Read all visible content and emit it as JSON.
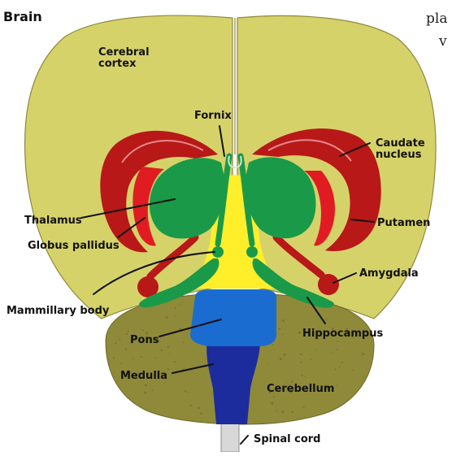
{
  "title": "Brain",
  "stray_text": [
    "pla",
    "v"
  ],
  "labels": {
    "cerebral_cortex": [
      "Cerebral",
      "cortex"
    ],
    "fornix": "Fornix",
    "caudate_nucleus": [
      "Caudate",
      "nucleus"
    ],
    "thalamus": "Thalamus",
    "putamen": "Putamen",
    "globus_pallidus": "Globus pallidus",
    "amygdala": "Amygdala",
    "mammillary_body": "Mammillary body",
    "pons": "Pons",
    "hippocampus": "Hippocampus",
    "medulla": "Medulla",
    "cerebellum": "Cerebellum",
    "spinal_cord": "Spinal cord"
  },
  "colors": {
    "cortex": "#d6d26a",
    "cerebellum": "#8e8a3a",
    "red_structures": "#b81818",
    "bright_red": "#e01c22",
    "green_structures": "#1a9a48",
    "ventricle": "#ffef2a",
    "pons": "#1a6cd0",
    "medulla": "#1c2c9c",
    "spinal_cord": "#d8d8d8"
  }
}
